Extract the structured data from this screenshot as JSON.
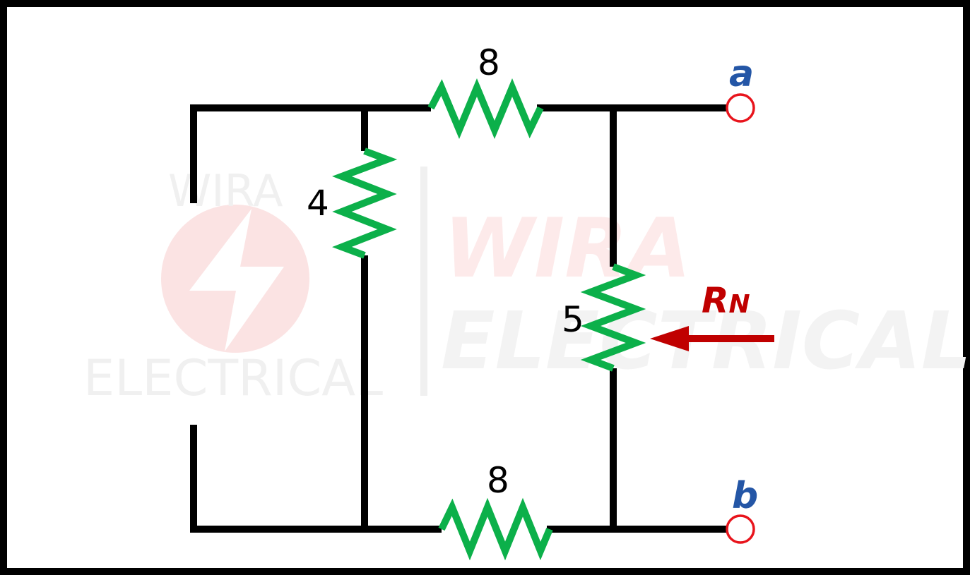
{
  "watermark": {
    "logo_top": "WIRA",
    "logo_bottom": "ELECTRICAL",
    "big_line1": "WIRA",
    "big_line2": "ELECTRICAL"
  },
  "resistors": {
    "top": "8",
    "left": "4",
    "right": "5",
    "bottom": "8"
  },
  "terminals": {
    "a": "a",
    "b": "b"
  },
  "rn": {
    "main": "R",
    "sub": "N"
  },
  "colors": {
    "wire": "#000000",
    "resistor": "#0cb04a",
    "terminal": "#e8141c",
    "node_label": "#2456a6",
    "rn": "#c00000"
  }
}
